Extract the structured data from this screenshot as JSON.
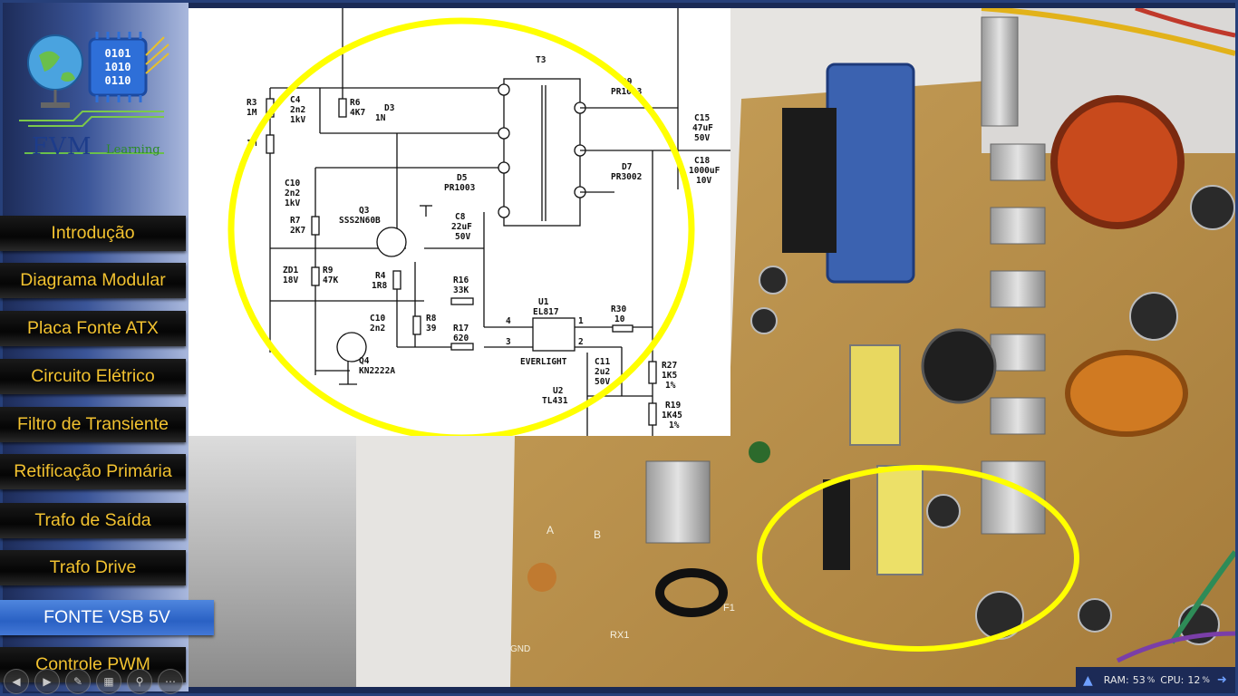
{
  "logo": {
    "title": "FVM",
    "subtitle": "Learning",
    "binary": [
      "0101",
      "1010",
      "0110"
    ]
  },
  "menu": [
    {
      "label": "Introdução"
    },
    {
      "label": "Diagrama Modular"
    },
    {
      "label": "Placa Fonte ATX"
    },
    {
      "label": "Circuito Elétrico"
    },
    {
      "label": "Filtro de Transiente"
    },
    {
      "label": "Retificação Primária"
    },
    {
      "label": "Trafo de Saída"
    },
    {
      "label": "Trafo Drive"
    },
    {
      "label": "FONTE VSB 5V",
      "active": true
    },
    {
      "label": "Controle PWM"
    }
  ],
  "schematic": {
    "labels": {
      "T3": "T3",
      "R3": "R3",
      "R3v": "1M",
      "R5v": "1M",
      "C4": "C4",
      "C4v1": "2n2",
      "C4v2": "1kV",
      "R6": "R6",
      "R6v": "4K7",
      "D3": "D3",
      "D3v": "1N",
      "C10a": "C10",
      "C10av1": "2n2",
      "C10av2": "1kV",
      "D5": "D5",
      "D5v": "PR1003",
      "R7": "R7",
      "R7v": "2K7",
      "Q3": "Q3",
      "Q3v": "SSS2N60B",
      "C8": "C8",
      "C8v1": "22uF",
      "C8v2": "50V",
      "ZD1": "ZD1",
      "ZD1v": "18V",
      "R9": "R9",
      "R9v": "47K",
      "R4": "R4",
      "R4v": "1R8",
      "R16": "R16",
      "R16v": "33K",
      "C10b": "C10",
      "C10bv": "2n2",
      "R8": "R8",
      "R8v": "39",
      "R17": "R17",
      "R17v": "620",
      "Q4": "Q4",
      "Q4v": "KN2222A",
      "U1": "U1",
      "U1v": "EL817",
      "U1m": "EVERLIGHT",
      "R30": "R30",
      "R30v": "10",
      "C11": "C11",
      "C11v1": "2u2",
      "C11v2": "50V",
      "U2": "U2",
      "U2v": "TL431",
      "R27": "R27",
      "R27v1": "1K5",
      "R27v2": "1%",
      "R19": "R19",
      "R19v1": "1K45",
      "R19v2": "1%",
      "D9": "D9",
      "D9v": "PR1003",
      "D7": "D7",
      "D7v": "PR3002",
      "C15": "C15",
      "C15v1": "47uF",
      "C15v2": "50V",
      "C18": "C18",
      "C18v1": "1000uF",
      "C18v2": "10V",
      "p1": "1",
      "p2": "2",
      "p3": "3",
      "p4": "4"
    }
  },
  "status": {
    "ram_label": "RAM:",
    "ram_value": "53",
    "cpu_label": "CPU:",
    "cpu_value": "12",
    "unit": "%"
  },
  "colors": {
    "menu_text": "#f2c230",
    "active_bg": "#2a61c4",
    "highlight": "#ffff00",
    "sidebar": "#27407a"
  }
}
